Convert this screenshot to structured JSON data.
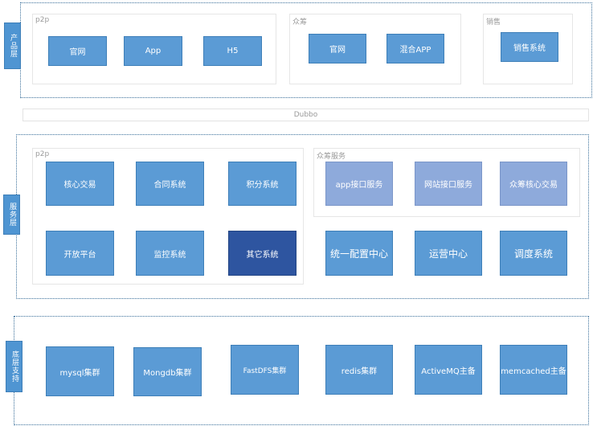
{
  "product_layer": {
    "side_label": "产品层",
    "groups": [
      {
        "label": "p2p",
        "boxes": [
          "官网",
          "App",
          "H5"
        ]
      },
      {
        "label": "众筹",
        "boxes": [
          "官网",
          "混合APP"
        ]
      },
      {
        "label": "销售",
        "boxes": [
          "销售系统"
        ]
      }
    ]
  },
  "dubbo_label": "Dubbo",
  "service_layer": {
    "side_label": "服务层",
    "p2p_group": {
      "label": "p2p",
      "row1": [
        "核心交易",
        "合同系统",
        "积分系统"
      ],
      "row2": [
        "开放平台",
        "监控系统",
        "其它系统"
      ]
    },
    "crowd_group": {
      "label": "众筹服务",
      "boxes": [
        "app接口服务",
        "网站接口服务",
        "众筹核心交易"
      ]
    },
    "standalone": [
      "统一配置中心",
      "运营中心",
      "调度系统"
    ]
  },
  "base_layer": {
    "side_label": "底层支持",
    "boxes": [
      "mysql集群",
      "Mongdb集群",
      "FastDFS集群",
      "redis集群",
      "ActiveMQ主备",
      "memcached主备"
    ]
  },
  "colors": {
    "box_blue": "#5b9bd5",
    "box_lavender": "#8eaadb",
    "box_dark": "#2e55a0",
    "side_blue": "#4f95d2"
  }
}
